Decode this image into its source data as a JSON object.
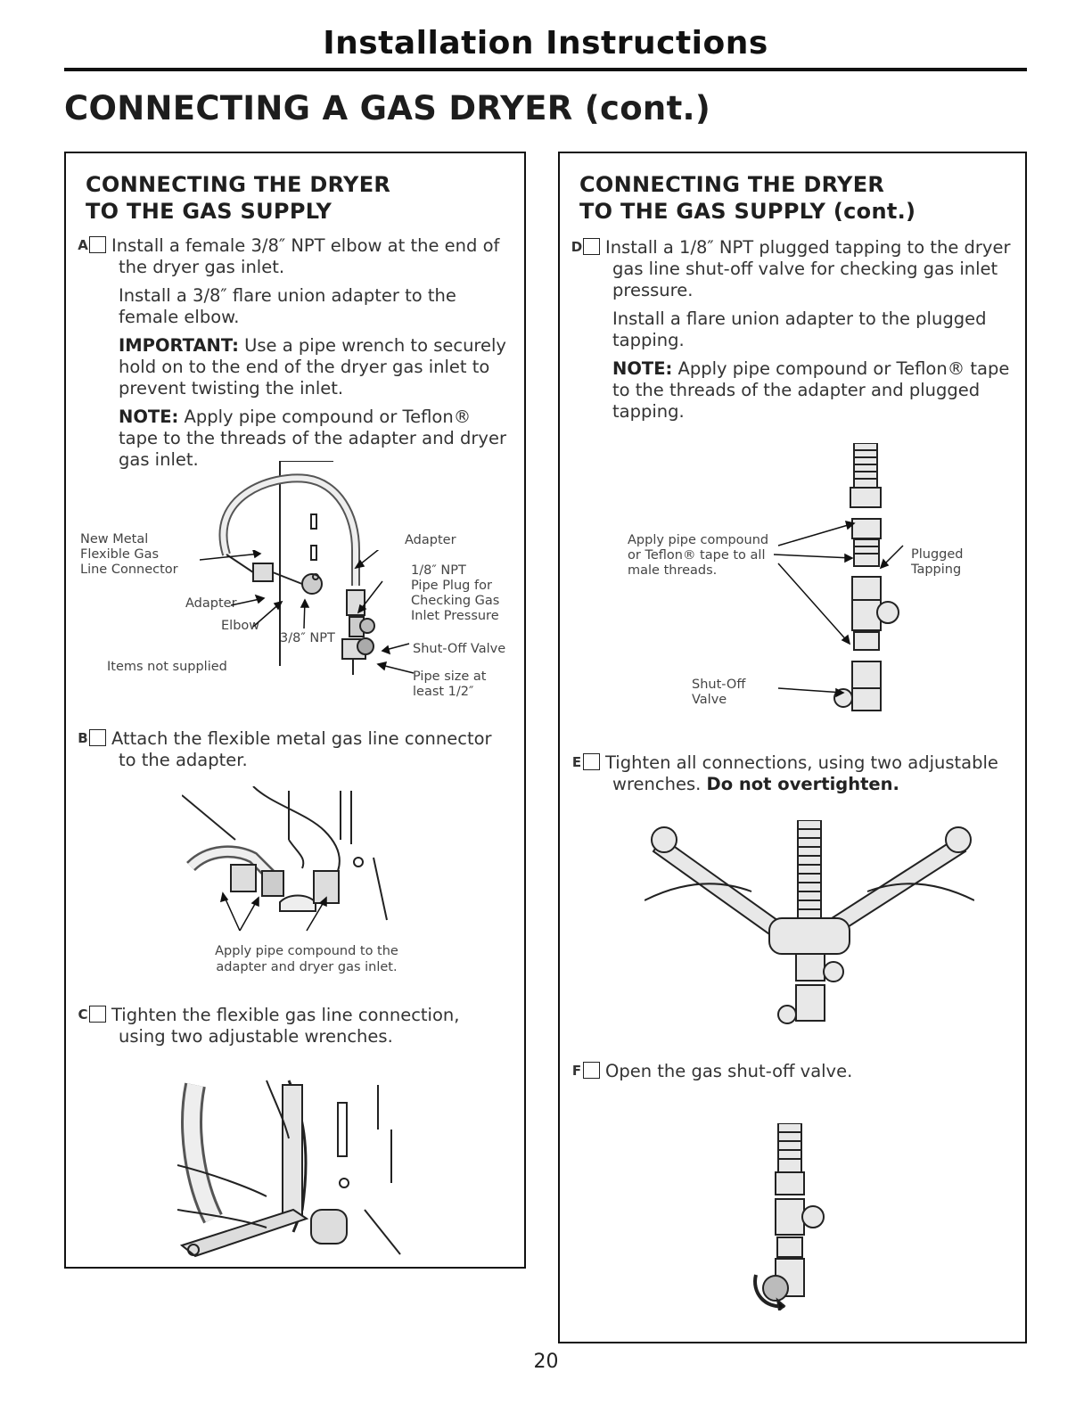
{
  "header": {
    "title": "Installation Instructions"
  },
  "section_title": "CONNECTING A GAS DRYER (cont.)",
  "left_panel": {
    "title_line1": "CONNECTING THE DRYER",
    "title_line2": "TO THE GAS SUPPLY",
    "step_a": {
      "letter": "A",
      "p1": "Install a female 3/8″ NPT elbow at the end of the dryer gas inlet.",
      "p2": "Install a 3/8″ flare union adapter to the female elbow.",
      "p3_label": "IMPORTANT:",
      "p3_text": " Use a pipe wrench to securely hold on to the end of the dryer gas inlet to prevent twisting the inlet.",
      "p4_label": "NOTE:",
      "p4_text": " Apply pipe compound or Teflon® tape to the threads of the adapter and dryer gas inlet."
    },
    "diagram_a_labels": {
      "new_metal": "New Metal",
      "flexible_gas": "Flexible Gas",
      "line_connector": "Line Connector",
      "adapter_left": "Adapter",
      "elbow": "Elbow",
      "npt_38": "3/8″ NPT",
      "items_not_supplied": "Items not supplied",
      "adapter_right": "Adapter",
      "npt_18": "1/8″ NPT",
      "pipe_plug_for": "Pipe Plug for",
      "checking_gas": "Checking Gas",
      "inlet_pressure": "Inlet Pressure",
      "shutoff_valve": "Shut-Off Valve",
      "pipe_size_at": "Pipe size at",
      "least_12": "least 1/2″"
    },
    "step_b": {
      "letter": "B",
      "text": "Attach the flexible metal gas line connector to the adapter."
    },
    "caption_b_line1": "Apply pipe compound to the",
    "caption_b_line2": "adapter and dryer gas inlet.",
    "step_c": {
      "letter": "C",
      "text": "Tighten the flexible gas line connection, using two adjustable wrenches."
    }
  },
  "right_panel": {
    "title_line1": "CONNECTING THE DRYER",
    "title_line2": "TO THE GAS SUPPLY (cont.)",
    "step_d": {
      "letter": "D",
      "p1": "Install a 1/8″ NPT plugged tapping to the dryer gas line shut-off valve for checking gas inlet pressure.",
      "p2": "Install a flare union adapter to the plugged tapping.",
      "p3_label": "NOTE:",
      "p3_text": " Apply pipe compound or Teflon® tape to the threads of the adapter and plugged tapping."
    },
    "diagram_d_labels": {
      "apply_line1": "Apply pipe compound",
      "apply_line2": "or Teflon® tape to all",
      "apply_line3": "male threads.",
      "plugged": "Plugged",
      "tapping": "Tapping",
      "shutoff": "Shut-Off",
      "valve": "Valve"
    },
    "step_e": {
      "letter": "E",
      "text": "Tighten all connections, using two adjustable wrenches. ",
      "bold": "Do not overtighten."
    },
    "step_f": {
      "letter": "F",
      "text": "Open the gas shut-off valve."
    }
  },
  "page_number": "20"
}
